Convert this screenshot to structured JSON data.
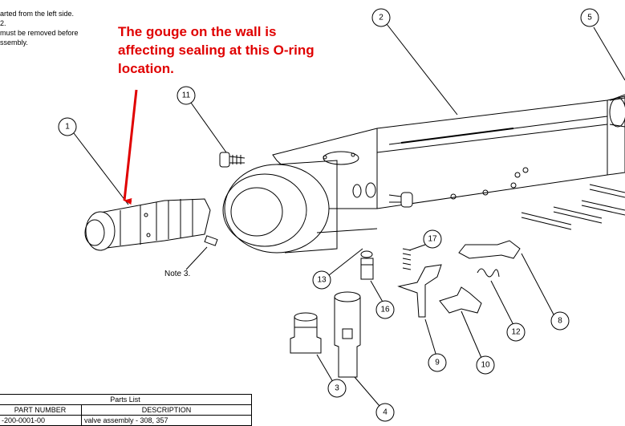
{
  "notes": {
    "line1": "arted from the left side.",
    "line2": "2.",
    "line3": " must be removed before",
    "line4": "ssembly."
  },
  "annotation": {
    "line1": "The gouge on the wall is",
    "line2": "affecting sealing at this O-ring",
    "line3": "location.",
    "color": "#e00000"
  },
  "callouts": {
    "c1": "1",
    "c2": "2",
    "c3": "3",
    "c4": "4",
    "c5": "5",
    "c8": "8",
    "c9": "9",
    "c10": "10",
    "c11": "11",
    "c12": "12",
    "c13": "13",
    "c16": "16",
    "c17": "17"
  },
  "note3_label": "Note 3.",
  "parts_list": {
    "title": "Parts List",
    "headers": [
      "PART NUMBER",
      "DESCRIPTION"
    ],
    "rows": [
      [
        "-200-0001-00",
        "valve assembly - 308, 357"
      ]
    ]
  }
}
